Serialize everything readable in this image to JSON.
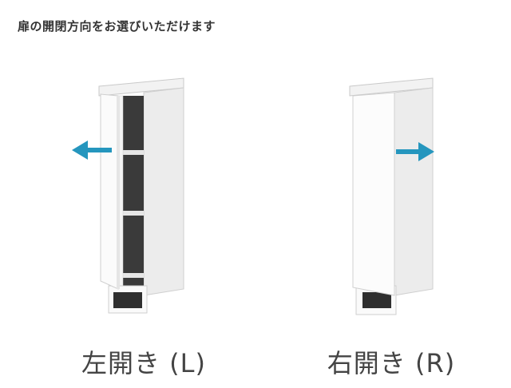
{
  "instruction": "扉の開閉方向をお選びいただけます",
  "options": [
    {
      "label": "左開き (L)",
      "direction": "left"
    },
    {
      "label": "右開き (R)",
      "direction": "right"
    }
  ],
  "colors": {
    "arrow": "#2596be",
    "text": "#444444"
  }
}
